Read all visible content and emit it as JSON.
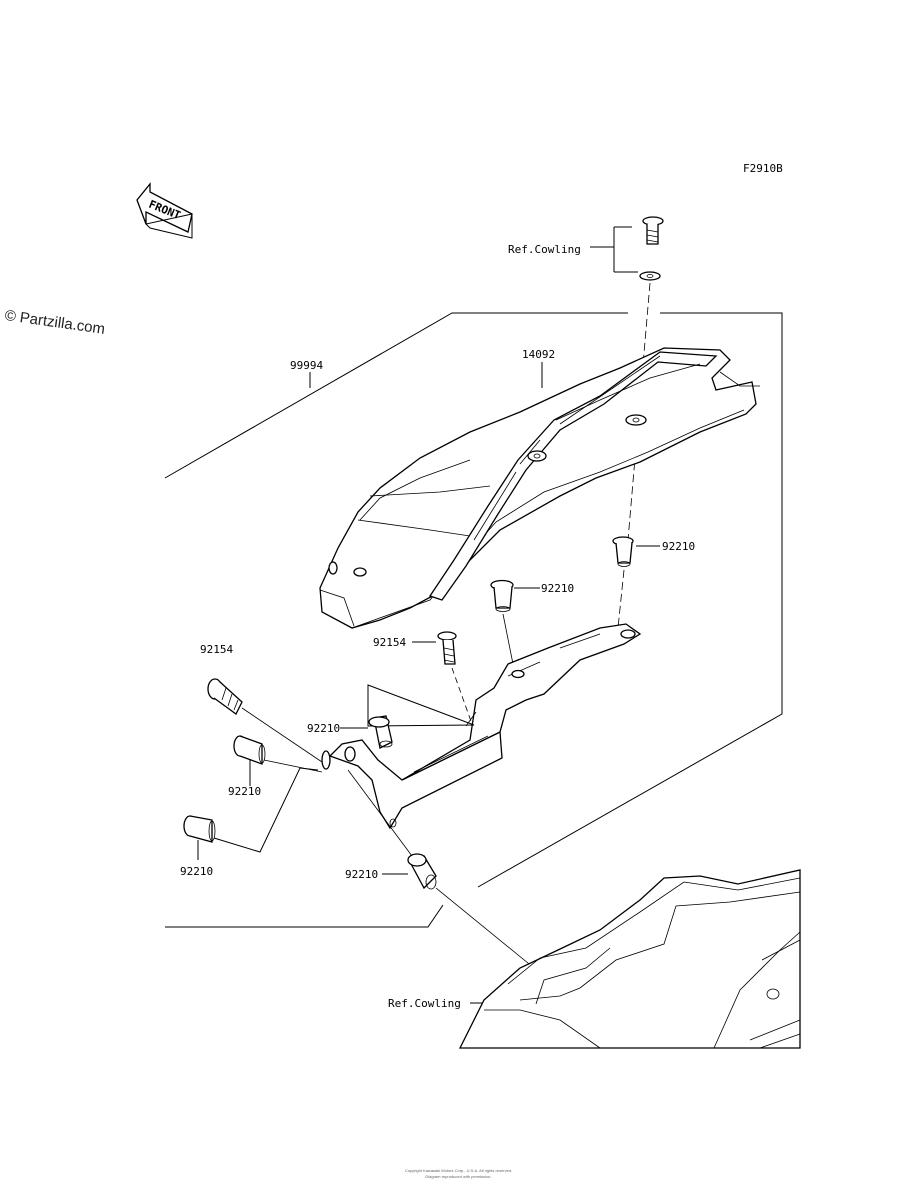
{
  "diagram": {
    "figure_code": "F2910B",
    "front_label": "FRONT",
    "watermark": "© Partzilla.com",
    "labels": {
      "ref_cowling_top": "Ref.Cowling",
      "ref_cowling_bottom": "Ref.Cowling",
      "p99994": "99994",
      "p14092": "14092",
      "p92210_a": "92210",
      "p92210_b": "92210",
      "p92154_a": "92154",
      "p92154_b": "92154",
      "p92210_c": "92210",
      "p92210_d": "92210",
      "p92210_e": "92210",
      "p92210_f": "92210"
    },
    "footer": [
      "Copyright Kawasaki Motors Corp., U.S.A. All rights reserved.",
      "Diagram reproduced with permission."
    ]
  }
}
